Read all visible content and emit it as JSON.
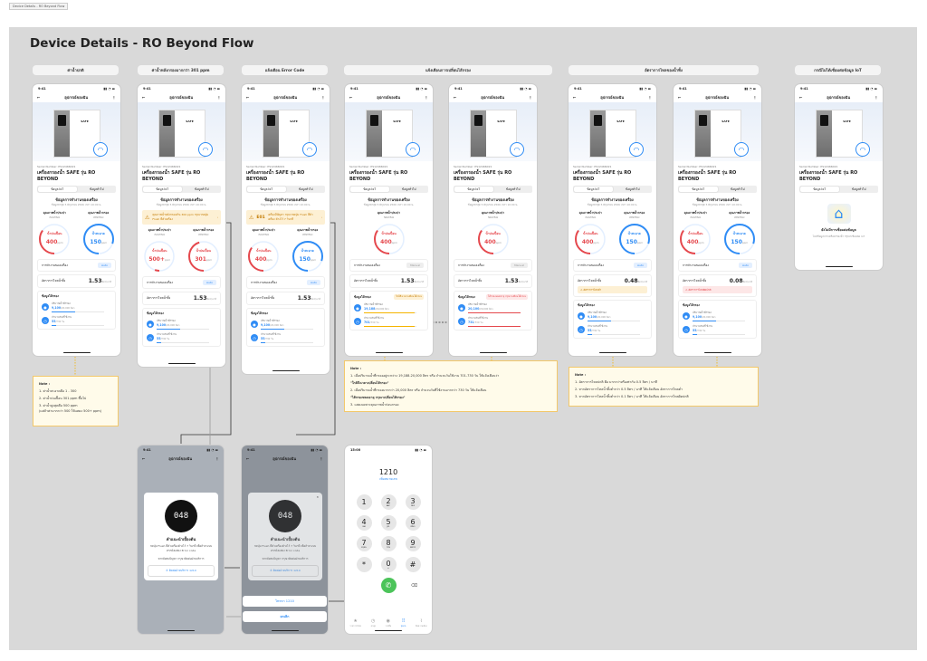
{
  "frame_label": "Device Details - RO Beyond Flow",
  "title": "Device Details - RO Beyond Flow",
  "section_labels": [
    "ค่าน้ำปกติ",
    "ค่าน้ำหลังกรองมากกว่า 301 ppm",
    "แจ้งเตือน Error Code",
    "แจ้งเตือนการเปลี่ยนไส้กรอง",
    "อัตราการไหลของน้ำทิ้ง",
    "กรณีไม่ได้เชื่อมต่อข้อมูล IoT"
  ],
  "common": {
    "time": "9:41",
    "header": "อุปกรณ์ของฉัน",
    "brand": "SAFE",
    "serial": "Serial Number: PS12466021",
    "product": "เครื่องกรองน้ำ SAFE รุ่น RO BEYOND",
    "tabs": [
      "ข้อมูล IoT",
      "ข้อมูลทั่วไป"
    ],
    "section": "ข้อมูลการทำงานของเครื่อง",
    "section_sub": "ข้อมูลล่าสุด 5 มิถุนายน 2566 เวลา 10:00 น.",
    "mode_label": "การทำงานของเครื่อง",
    "flow_label": "อัตราการไหลน้ำทิ้ง",
    "flow_unit": "ลิตร/นาที",
    "usage_title": "ข้อมูลไส้กรอง",
    "ppm": "ppm"
  },
  "colors": {
    "blue": "#2f8cf5",
    "red": "#e5484d",
    "yellow": "#f5b400"
  },
  "phones": [
    {
      "gauges": [
        {
          "label": "คุณภาพน้ำประปา",
          "sub": "ก่อนกรอง",
          "status": "น้ำปนเปื้อน",
          "value": "400",
          "color": "red",
          "level": 0.35
        },
        {
          "label": "คุณภาพน้ำกรอง",
          "sub": "หลังกรอง",
          "status": "น้ำสะอาด",
          "value": "150",
          "color": "blue",
          "level": 0.8
        }
      ],
      "mode": "Auto",
      "flow": "1.53",
      "usage": [
        {
          "label": "ปริมาณน้ำที่กรอง",
          "value": "9,100",
          "total": "/20,000 ลิตร",
          "level": 0.45
        },
        {
          "label": "จำนวนวันที่ใช้งาน",
          "value": "55",
          "total": "/730 วัน",
          "level": 0.08
        }
      ]
    },
    {
      "banner": {
        "code": "",
        "text": "คุณภาพน้ำหลังกรองเกิน 300 ppm กรุณากดปุ่ม Flush ที่ตัวเครื่อง"
      },
      "gauges": [
        {
          "label": "คุณภาพน้ำประปา",
          "sub": "ก่อนกรอง",
          "status": "น้ำปนเปื้อน",
          "value": "500+",
          "color": "red",
          "level": 0.05
        },
        {
          "label": "คุณภาพน้ำกรอง",
          "sub": "หลังกรอง",
          "status": "น้ำปนเปื้อน",
          "value": "301",
          "color": "red",
          "level": 0.45
        }
      ],
      "mode": "Auto",
      "flow": "1.53",
      "usage": [
        {
          "label": "ปริมาณน้ำที่กรอง",
          "value": "9,100",
          "total": "/20,000 ลิตร",
          "level": 0.45
        },
        {
          "label": "จำนวนวันที่ใช้งาน",
          "value": "55",
          "total": "/730 วัน",
          "level": 0.08
        }
      ]
    },
    {
      "banner": {
        "code": "E01",
        "text": "เครื่องมีปัญหา กรุณากดปุ่ม Flush ที่ตัวเครื่อง ค้างไว้ 7 วินาที"
      },
      "gauges": [
        {
          "label": "คุณภาพน้ำประปา",
          "sub": "ก่อนกรอง",
          "status": "น้ำปนเปื้อน",
          "value": "400",
          "color": "red",
          "level": 0.35
        },
        {
          "label": "คุณภาพน้ำกรอง",
          "sub": "หลังกรอง",
          "status": "น้ำสะอาด",
          "value": "150",
          "color": "blue",
          "level": 0.8
        }
      ],
      "mode": "Auto",
      "flow": "1.53",
      "usage": [
        {
          "label": "ปริมาณน้ำที่กรอง",
          "value": "9,100",
          "total": "/20,000 ลิตร",
          "level": 0.45
        },
        {
          "label": "จำนวนวันที่ใช้งาน",
          "value": "55",
          "total": "/730 วัน",
          "level": 0.08
        }
      ]
    },
    {
      "gauges": [
        {
          "label": "คุณภาพน้ำประปา",
          "sub": "ก่อนกรอง",
          "status": "น้ำปนเปื้อน",
          "value": "400",
          "color": "red",
          "level": 0.35
        }
      ],
      "mode": "Manual",
      "mode_gray": true,
      "flow": "1.53",
      "usage_badge": {
        "text": "ใกล้ถึงเวลาเปลี่ยนไส้กรอง",
        "color": "yellow"
      },
      "usage": [
        {
          "label": "ปริมาณน้ำที่กรอง",
          "value": "19,188",
          "total": "/20,000 ลิตร",
          "level": 0.96,
          "color": "yellow"
        },
        {
          "label": "จำนวนวันที่ใช้งาน",
          "value": "701",
          "total": "/730 วัน",
          "level": 0.96,
          "color": "yellow"
        }
      ]
    },
    {
      "gauges": [
        {
          "label": "คุณภาพน้ำประปา",
          "sub": "ก่อนกรอง",
          "status": "น้ำปนเปื้อน",
          "value": "400",
          "color": "red",
          "level": 0.35
        }
      ],
      "mode": "Manual",
      "mode_gray": true,
      "flow": "1.53",
      "usage_badge": {
        "text": "ไส้กรองหมดอายุ กรุณาเปลี่ยนไส้กรอง",
        "color": "red"
      },
      "usage": [
        {
          "label": "ปริมาณน้ำที่กรอง",
          "value": "20,100",
          "total": "/20,000 ลิตร",
          "level": 1,
          "color": "red"
        },
        {
          "label": "จำนวนวันที่ใช้งาน",
          "value": "731",
          "total": "/730 วัน",
          "level": 1,
          "color": "red"
        }
      ]
    },
    {
      "gauges": [
        {
          "label": "คุณภาพน้ำประปา",
          "sub": "ก่อนกรอง",
          "status": "น้ำปนเปื้อน",
          "value": "400",
          "color": "red",
          "level": 0.35
        },
        {
          "label": "คุณภาพน้ำกรอง",
          "sub": "หลังกรอง",
          "status": "น้ำสะอาด",
          "value": "150",
          "color": "blue",
          "level": 0.8
        }
      ],
      "mode": "Auto",
      "flow": "0.48",
      "flow_warn": {
        "text": "อัตราการไหลต่ำ",
        "color": "yellow"
      },
      "usage": [
        {
          "label": "ปริมาณน้ำที่กรอง",
          "value": "9,100",
          "total": "/20,000 ลิตร",
          "level": 0.45
        },
        {
          "label": "จำนวนวันที่ใช้งาน",
          "value": "55",
          "total": "/730 วัน",
          "level": 0.08
        }
      ]
    },
    {
      "gauges": [
        {
          "label": "คุณภาพน้ำประปา",
          "sub": "ก่อนกรอง",
          "status": "น้ำปนเปื้อน",
          "value": "400",
          "color": "red",
          "level": 0.35
        },
        {
          "label": "คุณภาพน้ำกรอง",
          "sub": "หลังกรอง",
          "status": "น้ำสะอาด",
          "value": "150",
          "color": "blue",
          "level": 0.8
        }
      ],
      "mode": "Auto",
      "flow": "0.08",
      "flow_warn": {
        "text": "อัตราการไหลผิดปกติ",
        "color": "red"
      },
      "usage": [
        {
          "label": "ปริมาณน้ำที่กรอง",
          "value": "9,100",
          "total": "/20,000 ลิตร",
          "level": 0.45
        },
        {
          "label": "จำนวนวันที่ใช้งาน",
          "value": "55",
          "total": "/730 วัน",
          "level": 0.08
        }
      ]
    },
    {
      "no_iot": {
        "title": "ยังไม่มีการเชื่อมต่อข้อมูล",
        "text": "ไม่มีข้อมูลจากเครื่องกรองน้ำ กรุณาเชื่อมต่อ IoT"
      }
    }
  ],
  "notes": {
    "note1": {
      "title": "Note :",
      "items": [
        "1. ค่าน้ำสะอาดคือ 1 - 300",
        "2. ค่าน้ำปนเปื้อน 301 ppm ขึ้นไป",
        "3. ค่าน้ำสูงสุดคือ 500 ppm",
        "(แต่ถ้าค่ามากกว่า 500 ให้แสดง 500+ ppm)"
      ]
    },
    "note2": {
      "title": "Note :",
      "items": [
        "1. เมื่อปริมาณน้ำที่กรองอยู่ระหว่าง 19,188-20,000 ลิตร หรือ จำนวนวันใช้งาน 701-730 วัน ให้แจ้งเตือนว่า",
        "\"ใกล้ถึงเวลาเปลี่ยนไส้กรอง\"",
        "2. เมื่อปริมาณน้ำที่กรองมากกว่า 20,000 ลิตร หรือ จำนวนวันที่ใช้งานมากกว่า 730 วัน ให้แจ้งเตือน",
        "\"ไส้กรองหมดอายุ กรุณาเปลี่ยนไส้กรอง\"",
        "3. แสดงเฉพาะคุณภาพน้ำก่อนกรอง"
      ]
    },
    "note3": {
      "title": "Note :",
      "items": [
        "1. อัตราการไหลปกติ คือ มากกว่าหรือเท่ากับ 0.5 ลิตร / นาที",
        "2. หากอัตราการไหลน้ำทิ้งต่ำกว่า 0.5 ลิตร / นาที ให้แจ้งเตือน อัตราการไหลต่ำ",
        "3. หากอัตราการไหลน้ำทิ้งต่ำกว่า 0.1 ลิตร / นาที ให้แจ้งเตือน อัตราการไหลผิดปกติ"
      ]
    }
  },
  "dialogs": [
    {
      "display": "048",
      "title": "คำแนะนำเบื้องต้น",
      "text": "กดปุ่ม Flush ที่ตัวเครื่องค้างไว้ 7 วินาที เพื่อล้างระบบ หากยังแสดง Error code",
      "hint": "หากยังพบปัญหา กรุณาติดต่อฝ่ายบริการ",
      "button": "ติดต่อฝ่ายบริการ 1210"
    },
    {
      "display": "048",
      "title": "คำแนะนำเบื้องต้น",
      "text": "กดปุ่ม Flush ที่ตัวเครื่องค้างไว้ 7 วินาที เพื่อล้างระบบ หากยังแสดง Error code",
      "hint": "หากยังพบปัญหา กรุณาติดต่อฝ่ายบริการ",
      "button": "ติดต่อฝ่ายบริการ 1210",
      "sheet_call": "โทรหา 1210",
      "sheet_cancel": "ยกเลิก"
    }
  ],
  "dialer": {
    "time": "15:00",
    "number": "1210",
    "add": "เพิ่มหมายเลข",
    "keys": [
      [
        "1",
        ""
      ],
      [
        "2",
        "ABC"
      ],
      [
        "3",
        "DEF"
      ],
      [
        "4",
        "GHI"
      ],
      [
        "5",
        "JKL"
      ],
      [
        "6",
        "MNO"
      ],
      [
        "7",
        "PQRS"
      ],
      [
        "8",
        "TUV"
      ],
      [
        "9",
        "WXYZ"
      ],
      [
        "*",
        ""
      ],
      [
        "0",
        "+"
      ],
      [
        "#",
        ""
      ]
    ],
    "tabs": [
      "รายการโปรด",
      "ล่าสุด",
      "รายชื่อ",
      "ปุ่มกด",
      "ข้อความเสียง"
    ]
  }
}
